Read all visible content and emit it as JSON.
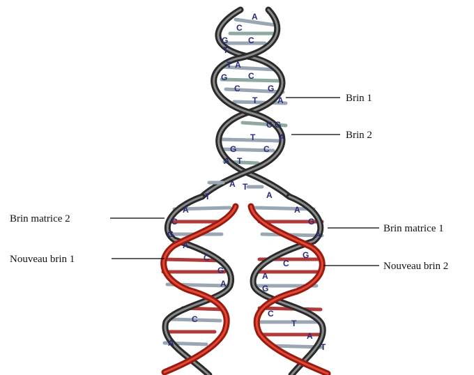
{
  "labels": {
    "brin1": "Brin 1",
    "brin2": "Brin 2",
    "brin_matrice_2": "Brin matrice 2",
    "brin_matrice_1": "Brin matrice 1",
    "nouveau_brin_1": "Nouveau brin 1",
    "nouveau_brin_2": "Nouveau brin 2"
  },
  "bases": {
    "parent": [
      "A",
      "C",
      "G",
      "C",
      "T",
      "T",
      "A",
      "G",
      "C",
      "C",
      "G",
      "T",
      "A",
      "C",
      "G",
      "T",
      "A",
      "G",
      "C",
      "A",
      "T"
    ],
    "junction": [
      "A",
      "T",
      "T",
      "A"
    ],
    "left_helix": [
      "A",
      "C",
      "G",
      "A",
      "C",
      "G",
      "A",
      "C",
      "A"
    ],
    "right_helix": [
      "A",
      "G",
      "A",
      "C",
      "G",
      "A",
      "G",
      "C",
      "T",
      "A",
      "T"
    ]
  },
  "colors": {
    "old_strand": "#3a3a3a",
    "new_strand": "#cc2a1a",
    "base_letter": "#2a2a7a",
    "rung": "#9aa6b2",
    "rung_new": "#b03a3a"
  }
}
